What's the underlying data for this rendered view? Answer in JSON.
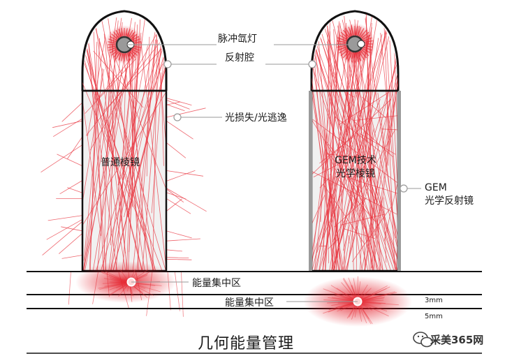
{
  "labels": {
    "pulse_lamp": "脉冲氙灯",
    "reflector_cavity": "反射腔",
    "light_loss": "光损失/光逃逸",
    "normal_prism": "普通棱镜",
    "gem_prism_line1": "GEM技术",
    "gem_prism_line2": "光学棱镜",
    "gem_mirror_line1": "GEM",
    "gem_mirror_line2": "光学反射镜",
    "energy_focus_1": "能量集中区",
    "energy_focus_2": "能量集中区",
    "depth_3mm": "3mm",
    "depth_5mm": "5mm",
    "title": "几何能量管理"
  },
  "watermark": {
    "text": "采美365网",
    "icon": "wechat-icon"
  },
  "colors": {
    "ray": "#e8323c",
    "glow": "#e0101c",
    "outline": "#111111",
    "prism_fill": "#f1f1f1",
    "mirror": "#9a9a9a",
    "leader": "#999999"
  }
}
